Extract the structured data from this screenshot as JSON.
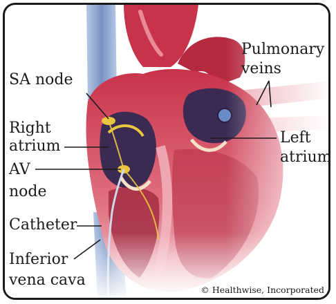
{
  "labels": {
    "sa_node": "SA node",
    "right_atrium_1": "Right",
    "right_atrium_2": "atrium",
    "av_node_1": "AV",
    "av_node_2": "node",
    "catheter": "Catheter",
    "inferior_vena_cava_1": "Inferior",
    "inferior_vena_cava_2": "vena cava",
    "pulmonary_veins_1": "Pulmonary",
    "pulmonary_veins_2": "veins",
    "left_atrium_1": "Left",
    "left_atrium_2": "atrium"
  },
  "credit": "© Healthwise, Incorporated",
  "colors": {
    "myocardium": "#d9485a",
    "vessel_blue": "#5b7fb8",
    "chamber_purple": "#3b2a52",
    "node_yellow": "#e8c640",
    "outline": "#1a1a1a"
  }
}
